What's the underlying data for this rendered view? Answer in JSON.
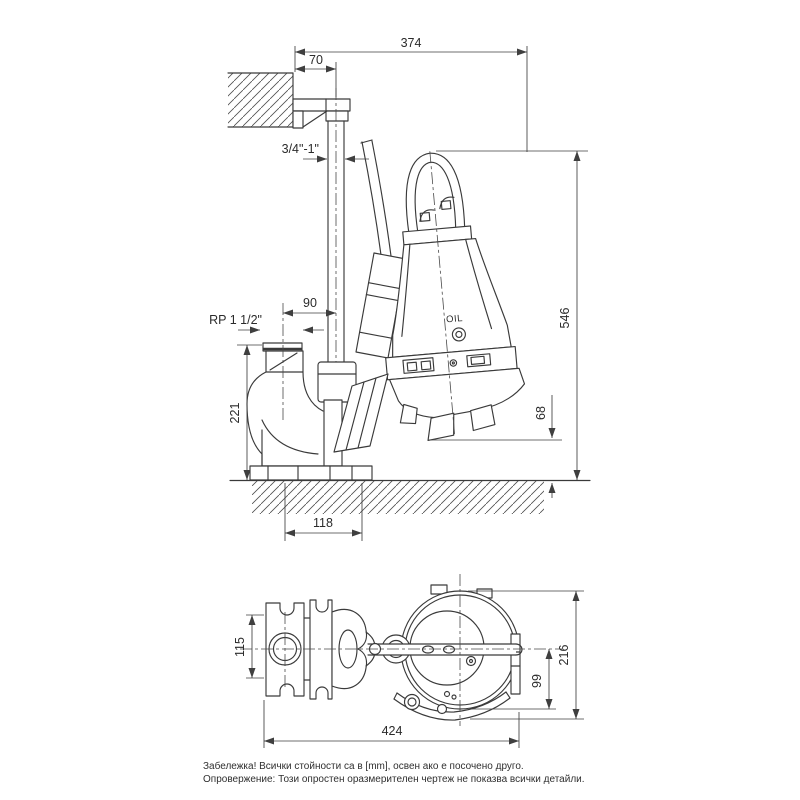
{
  "side_view": {
    "dimensions": {
      "overall_width": "374",
      "wall_to_rail": "70",
      "guide_pipe": "3/4\"-1\"",
      "rail_to_outlet": "90",
      "outlet_thread": "RP 1 1/2\"",
      "outlet_height": "221",
      "installed_height": "546",
      "bottom_gap": "68",
      "base_width": "118"
    },
    "labels": {
      "oil_plug": "OIL"
    }
  },
  "plan_view": {
    "dimensions": {
      "flange_width": "115",
      "pump_width": "216",
      "center_to_edge": "99",
      "overall_length": "424"
    }
  },
  "notes": {
    "note": "Забележка! Всички стойности са в [mm], освен ако е посочено друго.",
    "disclaimer": "Опровержение: Този опростен оразмерителен чертеж не показва всички детайли."
  },
  "colors": {
    "line": "#3a3a3a",
    "text": "#2b2b2b",
    "background": "#ffffff"
  }
}
